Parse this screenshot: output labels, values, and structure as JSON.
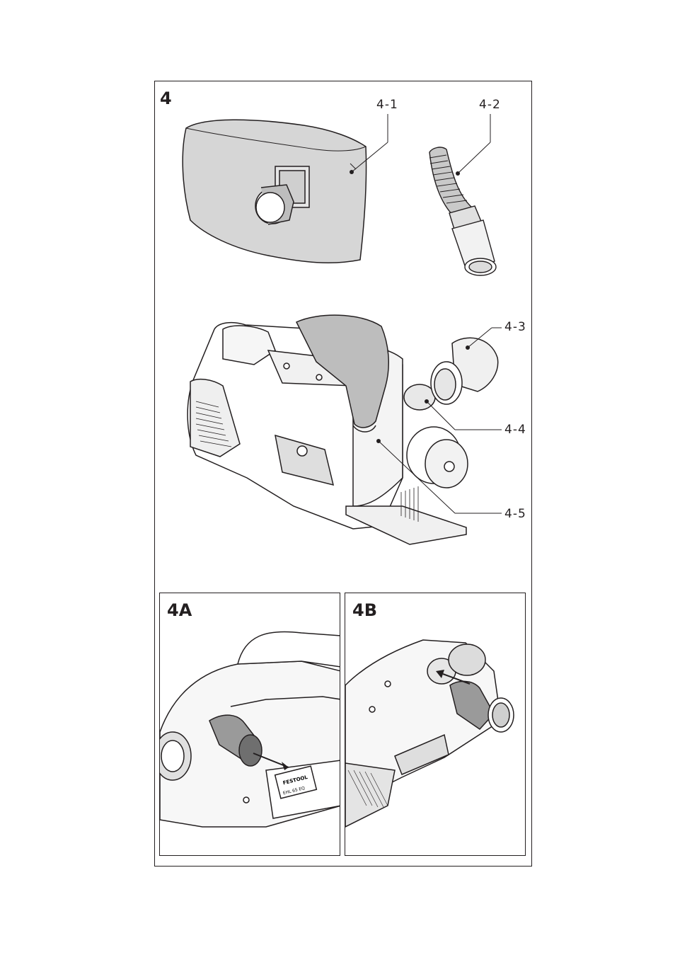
{
  "figure": {
    "number": "4",
    "callouts": [
      "4-1",
      "4-2",
      "4-3",
      "4-4",
      "4-5"
    ]
  },
  "panels": [
    {
      "label": "4A",
      "nameplate_text": "FESTOOL",
      "nameplate_subtext": "EHL 65 EQ"
    },
    {
      "label": "4B"
    }
  ],
  "colors": {
    "line": "#231f20",
    "bag_fill": "#d9d9d9",
    "shade": "#8c8c8c"
  }
}
